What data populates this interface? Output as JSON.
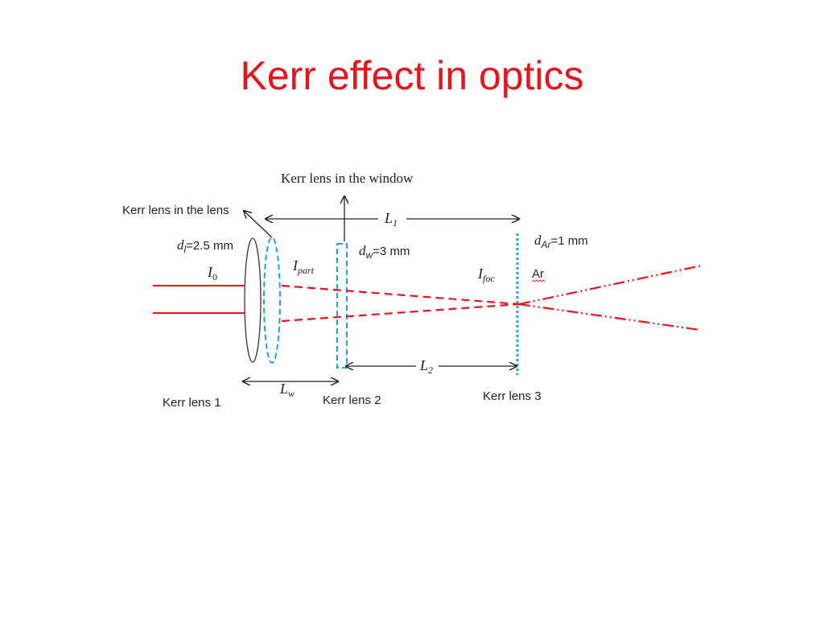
{
  "slide": {
    "title": "Kerr effect in optics"
  },
  "diagram": {
    "labels": {
      "kerr_lens_window": "Kerr lens in the window",
      "kerr_lens_lens": "Kerr lens in the lens",
      "kerr_lens_1": "Kerr lens 1",
      "kerr_lens_2": "Kerr lens 2",
      "kerr_lens_3": "Kerr lens 3",
      "ar": "Ar"
    },
    "symbols": {
      "d_l_base": "d",
      "d_l_sub": "l",
      "d_l_value": "=2.5 mm",
      "d_w_base": "d",
      "d_w_sub": "w",
      "d_w_value": "=3 mm",
      "d_ar_base": "d",
      "d_ar_sub": "Ar",
      "d_ar_value": "=1 mm",
      "i0_base": "I",
      "i0_sub": "0",
      "ipart_base": "I",
      "ipart_sub": "part",
      "ifoc_base": "I",
      "ifoc_sub": "foc",
      "l1_base": "L",
      "l1_sub": "1",
      "l2_base": "L",
      "l2_sub": "2",
      "lw_base": "L",
      "lw_sub": "w"
    },
    "colors": {
      "beam": "#e8141b",
      "kerr_lens": "#1fa3e0",
      "lens_outline": "#333333",
      "arrows": "#222222"
    }
  }
}
